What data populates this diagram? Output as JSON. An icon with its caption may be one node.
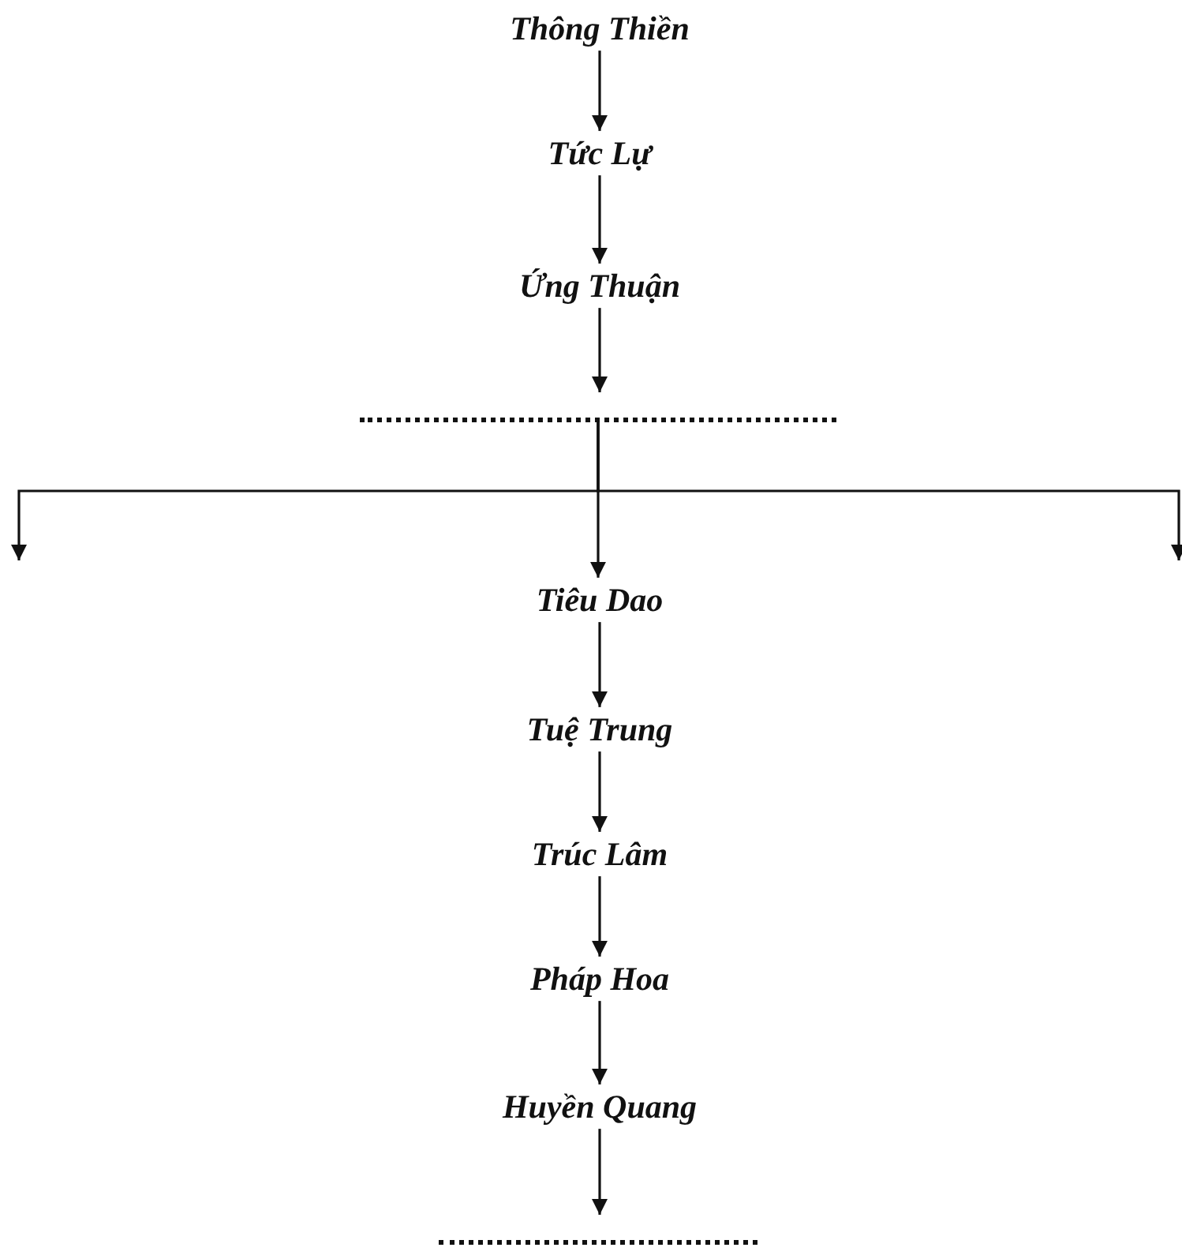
{
  "diagram": {
    "nodes": [
      {
        "text": [
          "Thông Thiền"
        ]
      },
      {
        "text": [
          "Tức Lự"
        ]
      },
      {
        "text": [
          "Ứng Thuận"
        ]
      },
      {
        "text": [],
        "shape": "line"
      },
      {
        "text": [
          "Tiêu Dao"
        ]
      },
      {
        "text": [
          "Tuệ Trung"
        ]
      },
      {
        "text": [
          "Trúc Lâm"
        ]
      },
      {
        "text": [
          "Pháp Hoa"
        ]
      },
      {
        "text": [
          "Huyền Quang"
        ]
      },
      {
        "text": [],
        "shape": "line"
      }
    ],
    "edges": [
      {
        "from": 0,
        "to": 1,
        "arrow": "to"
      },
      {
        "from": 1,
        "to": 2,
        "arrow": "to"
      },
      {
        "from": 2,
        "to": 3,
        "arrow": "to"
      },
      {
        "from": 3,
        "to": 4,
        "arrow": "to"
      },
      {
        "from": 3,
        "to": null,
        "arrow": "to"
      },
      {
        "from": 3,
        "to": null,
        "arrow": "to"
      },
      {
        "from": 4,
        "to": 5,
        "arrow": "to"
      },
      {
        "from": 5,
        "to": 6,
        "arrow": "to"
      },
      {
        "from": 6,
        "to": 7,
        "arrow": "to"
      },
      {
        "from": 7,
        "to": 8,
        "arrow": "to"
      },
      {
        "from": 8,
        "to": 9,
        "arrow": "to"
      }
    ]
  }
}
